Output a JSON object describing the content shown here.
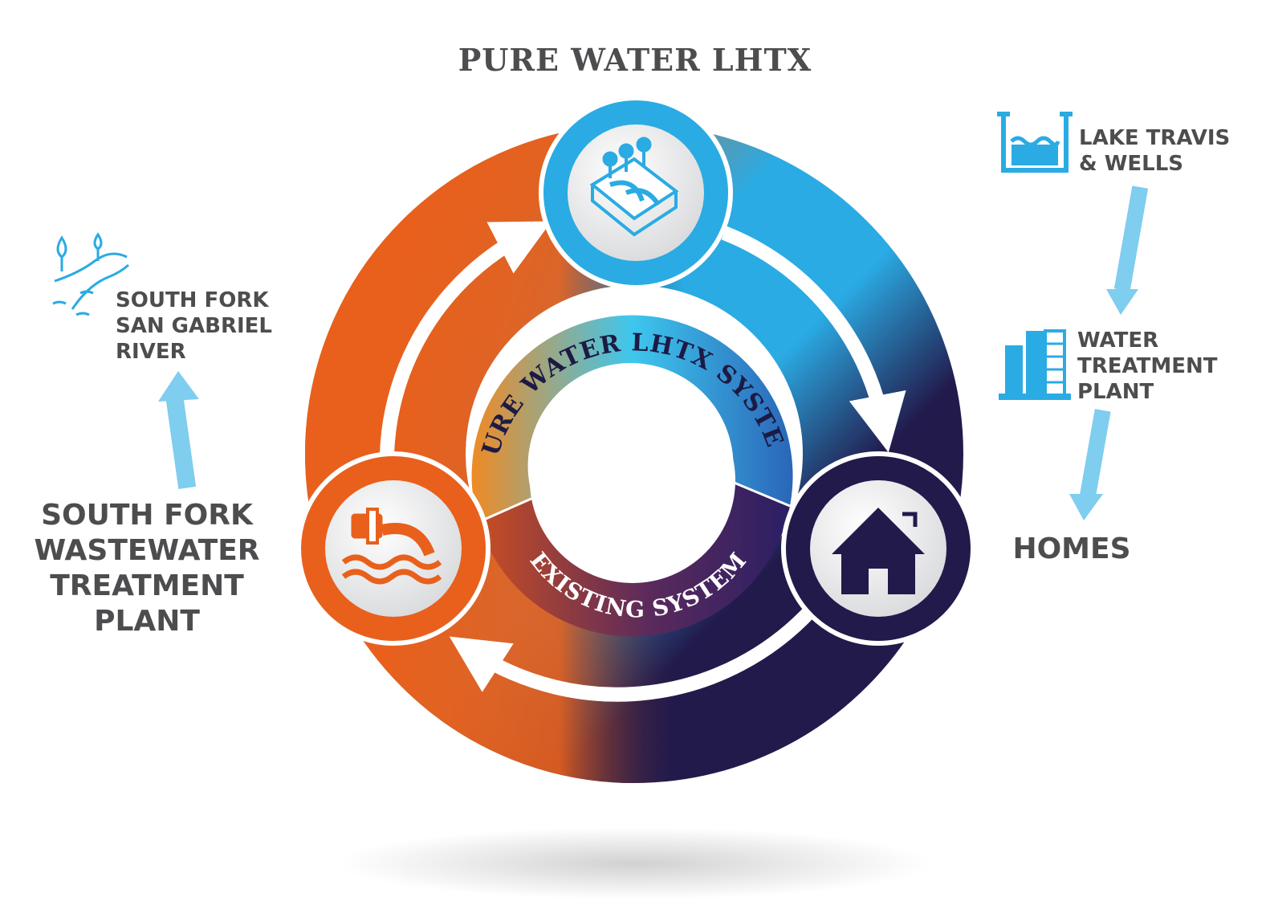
{
  "title": "PURE WATER LHTX",
  "ring": {
    "upper_text": "PURE WATER LHTX SYSTEM",
    "lower_text": "EXISTING SYSTEM"
  },
  "nodes": {
    "river": {
      "lines": [
        "SOUTH FORK",
        "SAN GABRIEL",
        "RIVER"
      ],
      "icon": "river-icon"
    },
    "wastewater": {
      "lines": [
        "SOUTH FORK",
        "WASTEWATER",
        "TREATMENT",
        "PLANT"
      ],
      "icon": "outfall-pipe-icon"
    },
    "lake": {
      "lines": [
        "LAKE TRAVIS",
        "& WELLS"
      ],
      "icon": "lake-icon"
    },
    "water_plant": {
      "lines": [
        "WATER",
        "TREATMENT",
        "PLANT"
      ],
      "icon": "water-plant-icon"
    },
    "homes": {
      "lines": [
        "HOMES"
      ],
      "icon": "house-icon"
    },
    "purification": {
      "icon": "purification-facility-icon"
    }
  },
  "colors": {
    "light_blue": "#2aabe3",
    "orange": "#e8601c",
    "navy": "#221a4b",
    "arrow_blue": "#7fcdef",
    "text_gray": "#4d4d4f"
  }
}
